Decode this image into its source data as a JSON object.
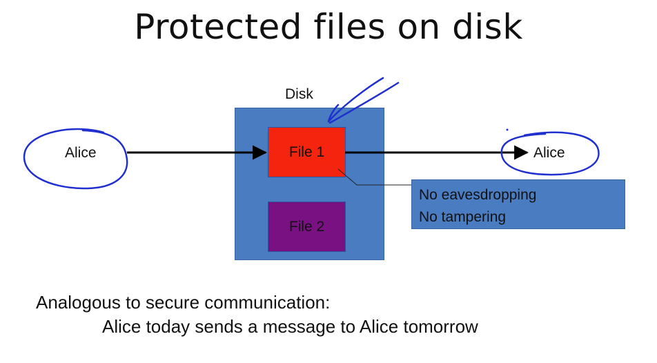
{
  "slide": {
    "title": "Protected files on disk",
    "disk_label": "Disk",
    "file1_label": "File 1",
    "file2_label": "File 2",
    "sender_label": "Alice",
    "receiver_label": "Alice",
    "callout_lines": [
      "No eavesdropping",
      "No tampering"
    ],
    "caption_line1": "Analogous to secure communication:",
    "caption_line2": "Alice today sends a message to Alice tomorrow"
  },
  "colors": {
    "disk": "#4a7cc1",
    "file1": "#f5240e",
    "file2": "#7a1183",
    "annotation_ink": "#1f2fd0",
    "arrow": "#000000"
  }
}
